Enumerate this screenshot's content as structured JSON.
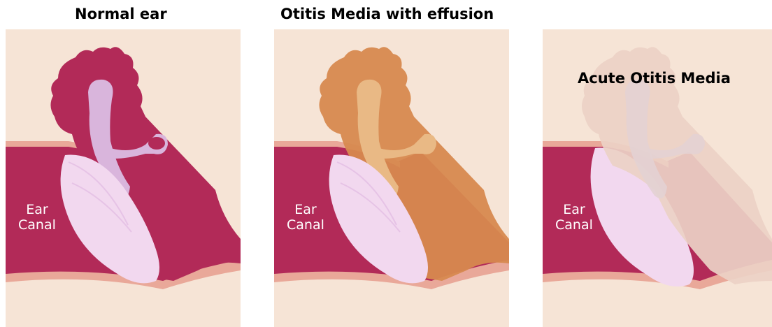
{
  "titles": {
    "normal": "Normal ear",
    "effusion": "Otitis Media with effusion",
    "acute": "Acute Otitis Media"
  },
  "labels": {
    "ear_line1": "Ear",
    "ear_line2": "Canal"
  },
  "colors": {
    "background": "#f6e4d6",
    "canal": "#b22a58",
    "canal_dark": "#7e1a3f",
    "tissue": "#e9a899",
    "eardrum": "#f2d8ef",
    "bone": "#d9b5dc",
    "middle_ear_normal": "#b22a58",
    "middle_ear_effusion": "#d7894f",
    "middle_ear_acute": "#ecd1c6"
  }
}
